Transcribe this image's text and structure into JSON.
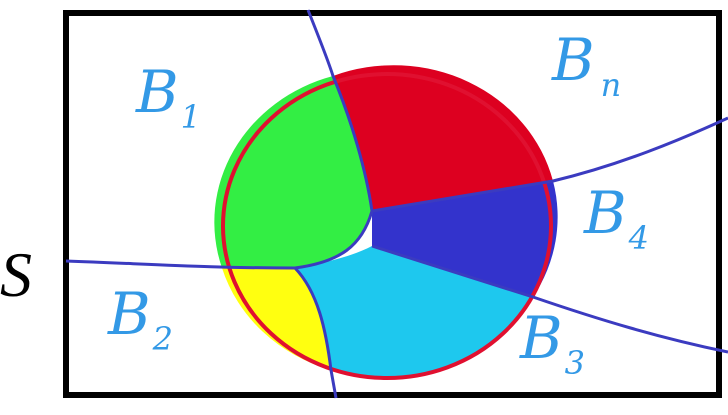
{
  "diagram": {
    "universe_label": "S",
    "partitions": [
      {
        "letter": "B",
        "subscript": "1"
      },
      {
        "letter": "B",
        "subscript": "2"
      },
      {
        "letter": "B",
        "subscript": "3"
      },
      {
        "letter": "B",
        "subscript": "4"
      },
      {
        "letter": "B",
        "subscript": "n"
      }
    ]
  },
  "colors": {
    "partition_line": "#3b3bc0",
    "label_blue": "#3399e6",
    "circle_border": "#e01030",
    "red_region": "#dd0020",
    "green_region": "#33ee44",
    "blue_region": "#3333cc",
    "cyan_region": "#1ec8ee",
    "yellow_region": "#ffff10",
    "frame": "#000000"
  }
}
